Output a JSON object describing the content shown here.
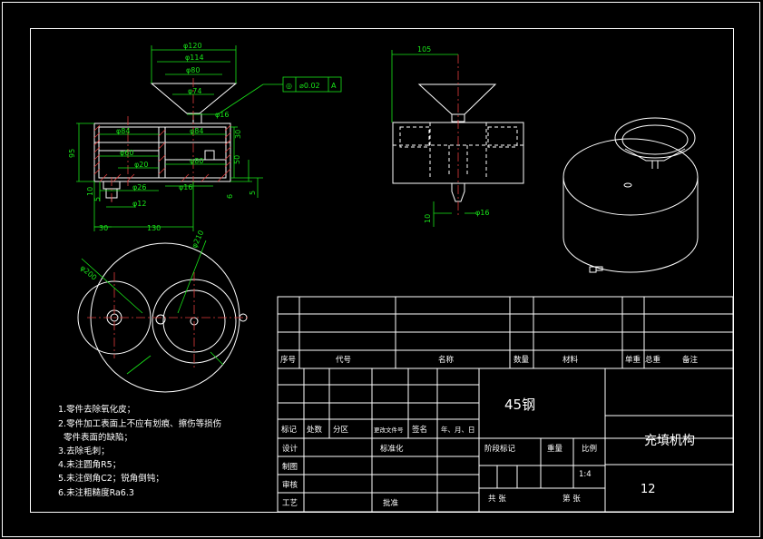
{
  "front_view": {
    "dims": {
      "d120": "φ120",
      "d114": "φ114",
      "d80_top": "φ80",
      "d74": "φ74",
      "d16_top": "φ16",
      "d84_left": "φ84",
      "d84_right": "φ84",
      "d60": "φ60",
      "d20": "φ20",
      "d80_right": "φ80",
      "d26": "φ26",
      "d16_bottom": "φ16",
      "d12": "φ12",
      "h95": "95",
      "h30": "30",
      "h50": "50",
      "h10_left": "10",
      "h5_left": "5",
      "h6": "6",
      "h5_right": "5",
      "w30": "30",
      "w130": "130"
    },
    "tolerance": {
      "symbol": "◎",
      "value": "⌀0.02",
      "datum": "A"
    }
  },
  "side_view": {
    "dims": {
      "w105": "105",
      "d16": "φ16",
      "h10": "10"
    }
  },
  "top_view": {
    "dims": {
      "d200": "φ200",
      "d210": "φ210"
    }
  },
  "notes": [
    "1.零件去除氧化皮；",
    "2.零件加工表面上不应有划痕、擦伤等损伤",
    "  零件表面的缺陷；",
    "3.去除毛刺；",
    "4.未注圆角R5；",
    "5.未注倒角C2；锐角倒钝；",
    "6.未注粗糙度Ra6.3"
  ],
  "title_block": {
    "bom_headers": {
      "seq": "序号",
      "code": "代号",
      "name": "名称",
      "qty": "数量",
      "material": "材料",
      "unit_weight": "单重",
      "total_weight": "总重",
      "remark": "备注"
    },
    "material": "45钢",
    "part_name": "充填机构",
    "drawing_number": "12",
    "revision_headers": {
      "mark": "标记",
      "count": "处数",
      "zone": "分区",
      "change_doc": "更改文件号",
      "sign": "签名",
      "date": "年、月、日"
    },
    "roles": {
      "design": "设计",
      "standardize": "标准化",
      "draw": "制图",
      "check": "审核",
      "process": "工艺",
      "approve": "批准"
    },
    "stage_mark": "阶段标记",
    "weight": "重量",
    "scale_label": "比例",
    "scale": "1:4",
    "total_sheets": "共  张",
    "sheet_no": "第  张"
  }
}
